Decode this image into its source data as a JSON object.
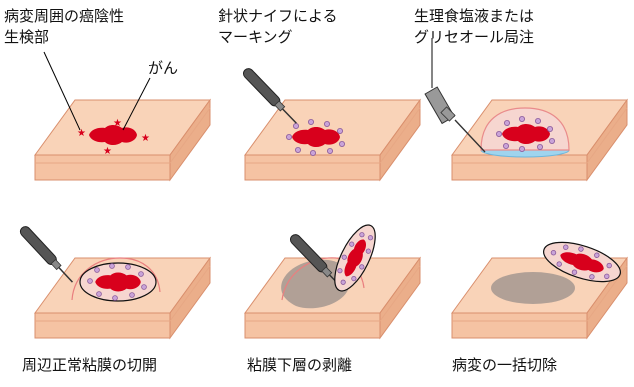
{
  "steps": [
    {
      "label_lines": [
        "病変周囲の癌陰性",
        "生検部"
      ],
      "annotation": "がん"
    },
    {
      "label_lines": [
        "針状ナイフによる",
        "マーキング"
      ]
    },
    {
      "label_lines": [
        "生理食塩液または",
        "グリセオール局注"
      ]
    },
    {
      "label": "周辺正常粘膜の切開"
    },
    {
      "label": "粘膜下層の剥離"
    },
    {
      "label": "病変の一括切除"
    }
  ],
  "colors": {
    "tissue_top": "#f9d3b8",
    "tissue_side_light": "#f5c3a3",
    "tissue_side_dark": "#ebae8a",
    "tissue_edge": "#d98f6d",
    "lesion": "#d8001c",
    "marker": "#c9a3d8",
    "knife": "#555555",
    "saline": "#9fd4ee",
    "submucosa_gray": "#a89a92"
  }
}
